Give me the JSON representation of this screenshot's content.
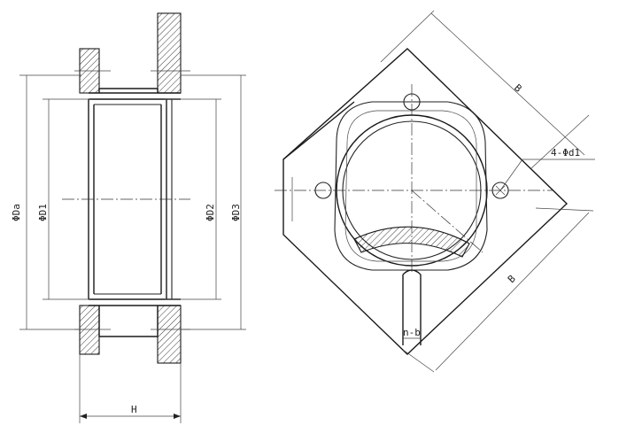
{
  "side_view": {
    "dim_Da": "ΦDa",
    "dim_D1": "ΦD1",
    "dim_D2": "ΦD2",
    "dim_D3": "ΦD3",
    "dim_H": "H"
  },
  "front_view": {
    "dim_B_top": "B",
    "dim_B_right": "B",
    "dim_holes": "4-Φd1",
    "dim_slot": "n-b"
  }
}
